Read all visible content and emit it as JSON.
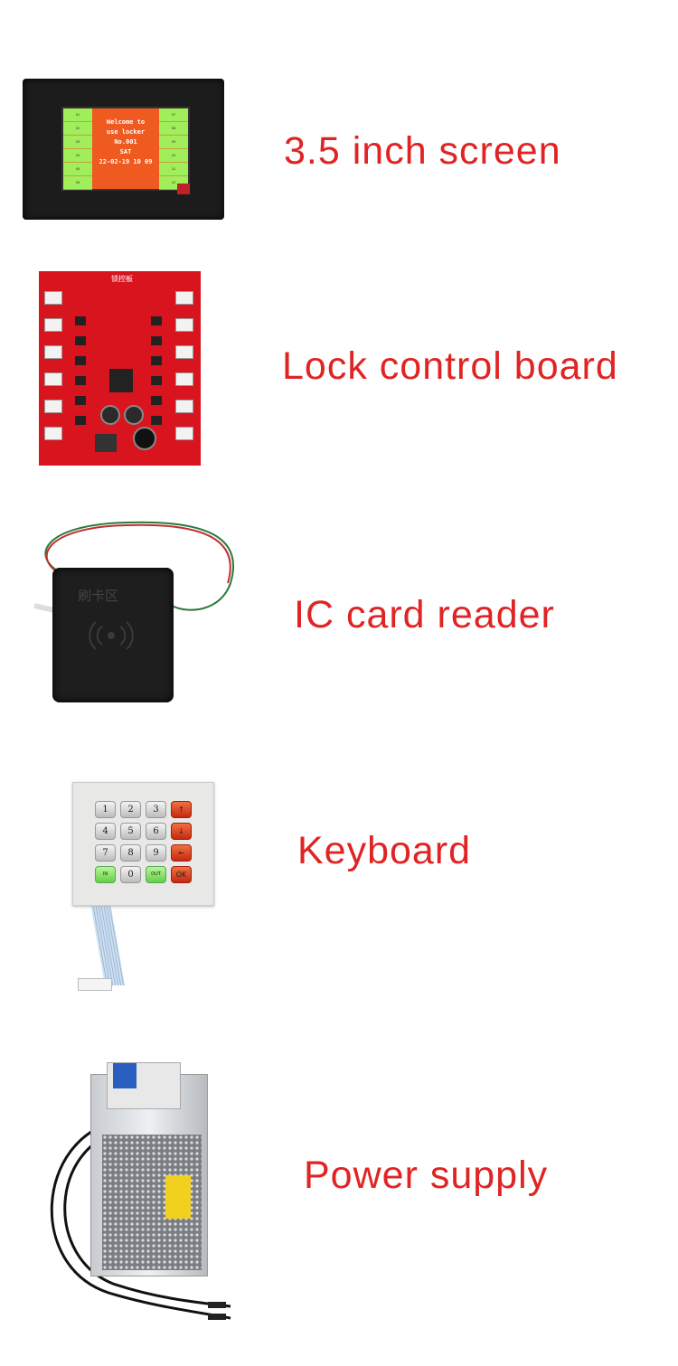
{
  "items": [
    {
      "label": "3.5 inch screen",
      "product": "screen"
    },
    {
      "label": "Lock control board",
      "product": "board"
    },
    {
      "label": "IC card reader",
      "product": "reader"
    },
    {
      "label": "Keyboard",
      "product": "keypad"
    },
    {
      "label": "Power supply",
      "product": "psu"
    }
  ],
  "label_color": "#e02424",
  "screen_display": {
    "left_cells": [
      "01",
      "02",
      "03",
      "04",
      "05",
      "06"
    ],
    "right_cells": [
      "07",
      "08",
      "09",
      "10",
      "11",
      "12"
    ],
    "lines": [
      "Welcome to",
      "use locker",
      "No.001",
      "SAT",
      "22-02-19 10 09"
    ]
  },
  "board_silkscreen": "锁控板",
  "reader_marking": "刷卡区",
  "keypad_keys": [
    "1",
    "2",
    "3",
    "↑",
    "4",
    "5",
    "6",
    "↓",
    "7",
    "8",
    "9",
    "←",
    "IN",
    "0",
    "OUT",
    "OK"
  ]
}
